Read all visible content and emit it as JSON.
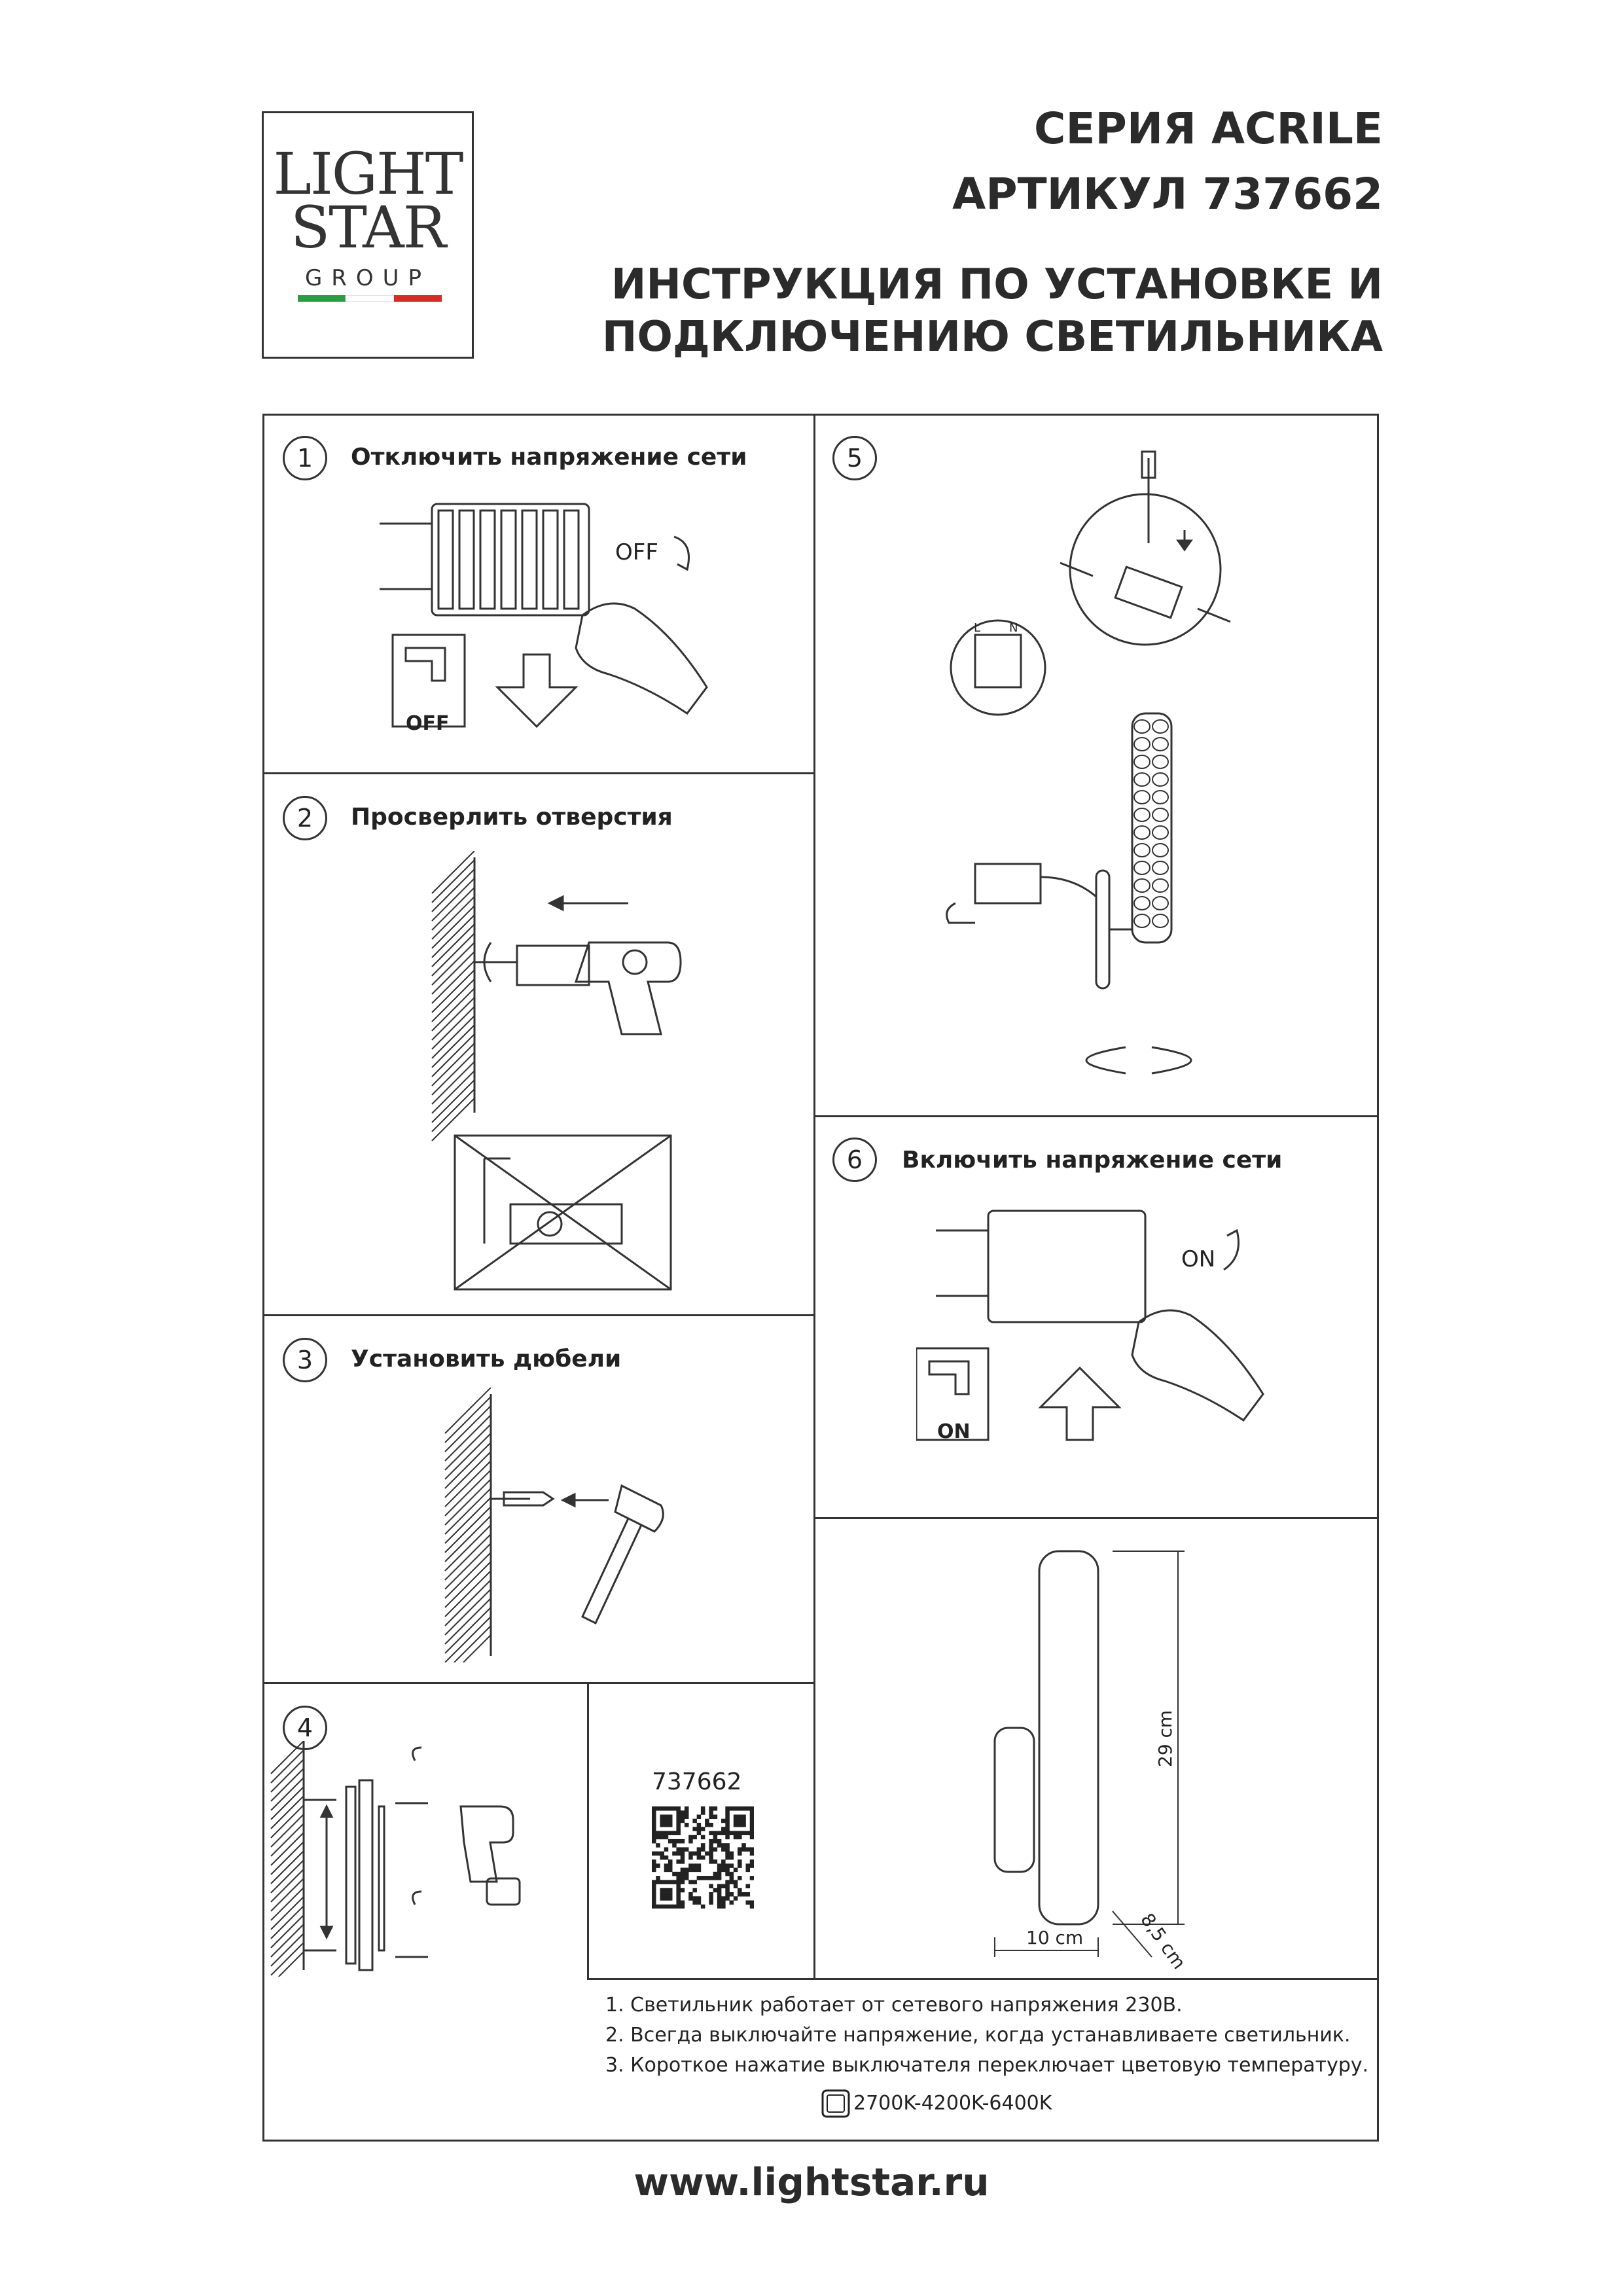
{
  "logo": {
    "line1": "LIGHT",
    "line2": "STAR",
    "line3": "GROUP",
    "flag_colors": [
      "#2e9b44",
      "#ffffff",
      "#d42d27"
    ]
  },
  "header": {
    "series": "СЕРИЯ ACRILE",
    "article": "АРТИКУЛ 737662",
    "title_line1": "ИНСТРУКЦИЯ ПО УСТАНОВКЕ И",
    "title_line2": "ПОДКЛЮЧЕНИЮ СВЕТИЛЬНИКА"
  },
  "steps": [
    {
      "num": "1",
      "title": "Отключить напряжение сети"
    },
    {
      "num": "2",
      "title": "Просверлить отверстия"
    },
    {
      "num": "3",
      "title": "Установить дюбели"
    },
    {
      "num": "4",
      "title": ""
    },
    {
      "num": "5",
      "title": ""
    },
    {
      "num": "6",
      "title": "Включить напряжение сети"
    }
  ],
  "labels": {
    "off": "OFF",
    "on": "ON",
    "terminal_l": "L",
    "terminal_n": "N"
  },
  "product": {
    "code": "737662"
  },
  "dimensions": {
    "height": "29 cm",
    "width": "10 cm",
    "depth": "8,5 cm"
  },
  "notes": [
    "1. Светильник работает от сетевого напряжения 230В.",
    "2. Всегда выключайте напряжение, когда устанавливаете светильник.",
    "3. Короткое нажатие выключателя переключает цветовую температуру."
  ],
  "color_temp": "2700K-4200K-6400K",
  "footer": {
    "url": "www.lightstar.ru"
  }
}
